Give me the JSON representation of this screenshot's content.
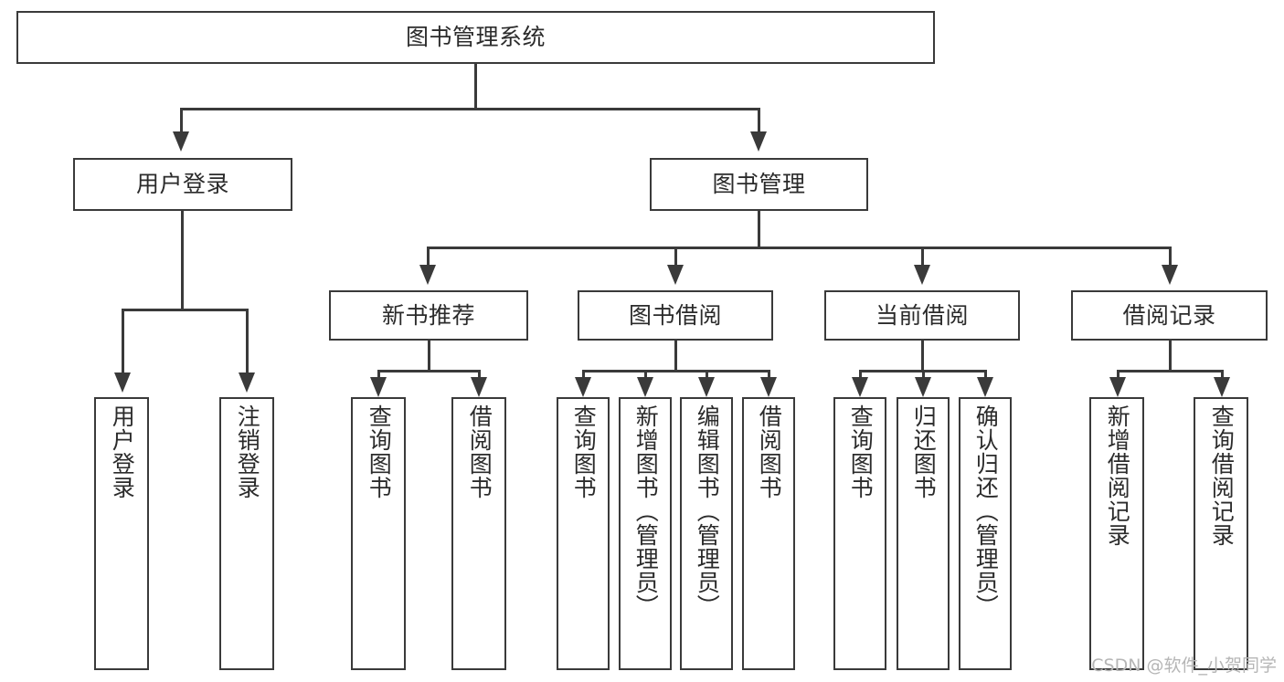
{
  "diagram": {
    "title": "图书管理系统",
    "watermark": "CSDN @软件_小贺同学",
    "colors": {
      "stroke": "#3a3a3a",
      "fill": "#ffffff",
      "text": "#2b2b2b",
      "watermark": "#b6b6b6"
    },
    "root": {
      "label": "图书管理系统"
    },
    "level2": [
      {
        "label": "用户登录"
      },
      {
        "label": "图书管理"
      }
    ],
    "level3": [
      {
        "label": "新书推荐"
      },
      {
        "label": "图书借阅"
      },
      {
        "label": "当前借阅"
      },
      {
        "label": "借阅记录"
      }
    ],
    "leaves": {
      "user_login": [
        {
          "label": "用户登录"
        },
        {
          "label": "注销登录"
        }
      ],
      "new_book": [
        {
          "label": "查询图书"
        },
        {
          "label": "借阅图书"
        }
      ],
      "book_borrow": [
        {
          "label": "查询图书"
        },
        {
          "label": "新增图书（管理员）"
        },
        {
          "label": "编辑图书（管理员）"
        },
        {
          "label": "借阅图书"
        }
      ],
      "current_borrow": [
        {
          "label": "查询图书"
        },
        {
          "label": "归还图书"
        },
        {
          "label": "确认归还（管理员）"
        }
      ],
      "borrow_record": [
        {
          "label": "新增借阅记录"
        },
        {
          "label": "查询借阅记录"
        }
      ]
    }
  }
}
